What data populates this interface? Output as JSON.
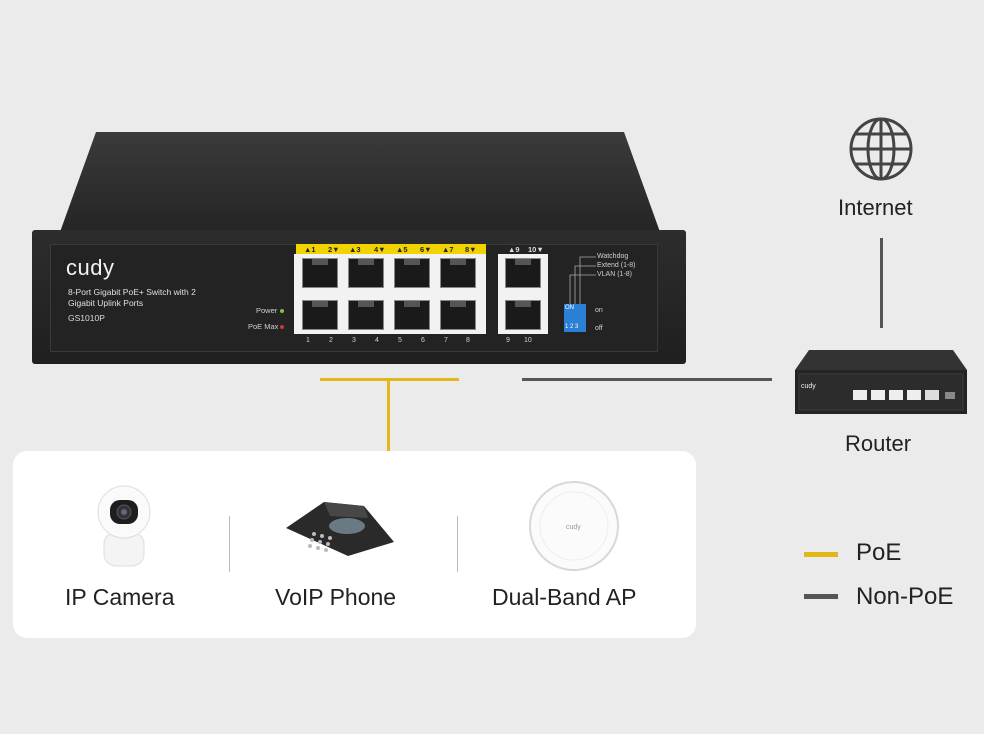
{
  "switch": {
    "brand": "cudy",
    "description": "8-Port Gigabit PoE+ Switch with 2 Gigabit Uplink Ports",
    "model": "GS1010P",
    "led_power": "Power",
    "led_poe_max": "PoE Max",
    "top_labels": [
      "▲1",
      "2▼",
      "▲3",
      "4▼",
      "▲5",
      "6▼",
      "▲7",
      "8▼",
      "▲9",
      "10▼"
    ],
    "bottom_nums": [
      "1",
      "2",
      "3",
      "4",
      "5",
      "6",
      "7",
      "8",
      "9",
      "10"
    ],
    "dip_labels": [
      "Watchdog",
      "Extend (1-8)",
      "VLAN (1-8)"
    ],
    "dip_on": "ON",
    "dip_nums": "1 2 3",
    "dip_state_on": "on",
    "dip_state_off": "off"
  },
  "devices": [
    {
      "label": "IP Camera",
      "icon": "ip-camera-icon"
    },
    {
      "label": "VoIP Phone",
      "icon": "voip-phone-icon"
    },
    {
      "label": "Dual-Band AP",
      "icon": "access-point-icon"
    }
  ],
  "network": {
    "internet_label": "Internet",
    "router_label": "Router",
    "globe_icon": "globe-icon"
  },
  "legend": [
    {
      "label": "PoE",
      "color": "#e0b819"
    },
    {
      "label": "Non-PoE",
      "color": "#555555"
    }
  ],
  "colors": {
    "poe": "#e0b819",
    "non_poe": "#555555",
    "background": "#ebebeb"
  }
}
